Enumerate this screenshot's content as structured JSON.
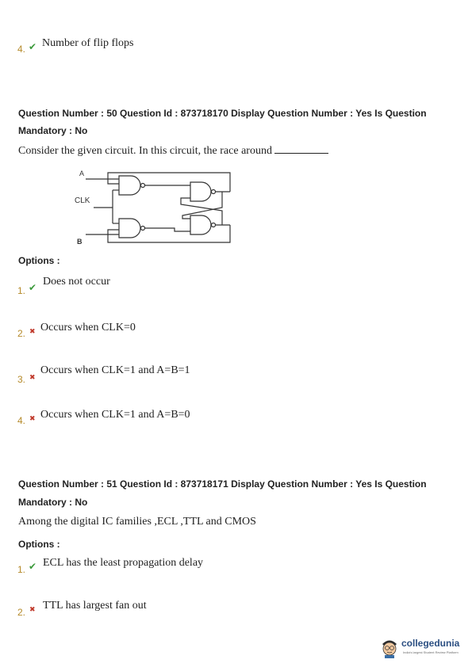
{
  "prev_option": {
    "number": "4.",
    "text": "Number of flip flops"
  },
  "q50": {
    "header_line1": "Question Number : 50 Question Id : 873718170 Display Question Number : Yes Is Question",
    "header_line2": "Mandatory : No",
    "text": "Consider the given circuit. In this circuit, the race around",
    "circuit_labels": {
      "a": "A",
      "clk": "CLK",
      "b": "B"
    },
    "options_label": "Options :",
    "options": [
      {
        "number": "1.",
        "text": "Does not occur",
        "status": "correct"
      },
      {
        "number": "2.",
        "text": "Occurs when CLK=0",
        "status": "incorrect"
      },
      {
        "number": "3.",
        "text": "Occurs when CLK=1 and A=B=1",
        "status": "incorrect"
      },
      {
        "number": "4.",
        "text": "Occurs when CLK=1 and A=B=0",
        "status": "incorrect"
      }
    ]
  },
  "q51": {
    "header_line1": "Question Number : 51 Question Id : 873718171 Display Question Number : Yes Is Question",
    "header_line2": "Mandatory : No",
    "text": "Among the digital IC families ,ECL ,TTL and CMOS",
    "options_label": "Options :",
    "options": [
      {
        "number": "1.",
        "text": "ECL has the least propagation delay",
        "status": "correct"
      },
      {
        "number": "2.",
        "text": "TTL has largest fan out",
        "status": "incorrect"
      }
    ]
  },
  "logo": {
    "name": "collegedunia",
    "tagline": "India's largest Student Review Platform"
  },
  "colors": {
    "correct": "#3c9a3c",
    "incorrect": "#c0392b",
    "number": "#b58a2a",
    "logo": "#2b4f82"
  }
}
